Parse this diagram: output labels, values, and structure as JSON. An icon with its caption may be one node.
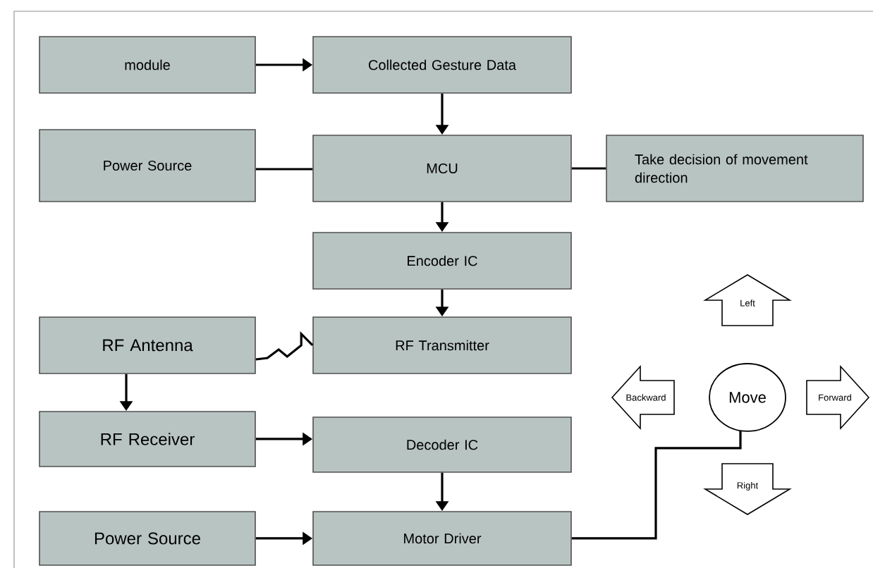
{
  "diagram": {
    "nodes": [
      {
        "text": [
          "module"
        ]
      },
      {
        "text": [
          "Collected Gesture Data"
        ]
      },
      {
        "text": [
          "Power Source"
        ]
      },
      {
        "text": [
          "MCU"
        ]
      },
      {
        "text": [
          "Take decision of movement direction"
        ]
      },
      {
        "text": [
          "Encoder IC"
        ]
      },
      {
        "text": [
          "RF Antenna"
        ]
      },
      {
        "text": [
          "RF Transmitter"
        ]
      },
      {
        "text": [
          "RF Receiver"
        ]
      },
      {
        "text": [
          "Decoder IC"
        ]
      },
      {
        "text": [
          "Power Source"
        ]
      },
      {
        "text": [
          "Motor Driver"
        ]
      },
      {
        "text": [
          "Move"
        ]
      },
      {
        "text": [
          "Left"
        ]
      },
      {
        "text": [
          "Backward"
        ]
      },
      {
        "text": [
          "Forward"
        ]
      },
      {
        "text": [
          "Right"
        ]
      }
    ],
    "edges": [
      {
        "from": 0,
        "to": 1,
        "arrow": "to"
      },
      {
        "from": 1,
        "to": 3,
        "arrow": "to"
      },
      {
        "from": 2,
        "to": 3,
        "arrow": "none"
      },
      {
        "from": 3,
        "to": 4,
        "arrow": "none"
      },
      {
        "from": 3,
        "to": 5,
        "arrow": "to"
      },
      {
        "from": 5,
        "to": 7,
        "arrow": "to"
      },
      {
        "from": 7,
        "to": 6,
        "arrow": "none"
      },
      {
        "from": 6,
        "to": 8,
        "arrow": "to"
      },
      {
        "from": 8,
        "to": 9,
        "arrow": "to"
      },
      {
        "from": 9,
        "to": 11,
        "arrow": "to"
      },
      {
        "from": 10,
        "to": 11,
        "arrow": "to"
      },
      {
        "from": 11,
        "to": 12,
        "arrow": "none"
      }
    ]
  }
}
